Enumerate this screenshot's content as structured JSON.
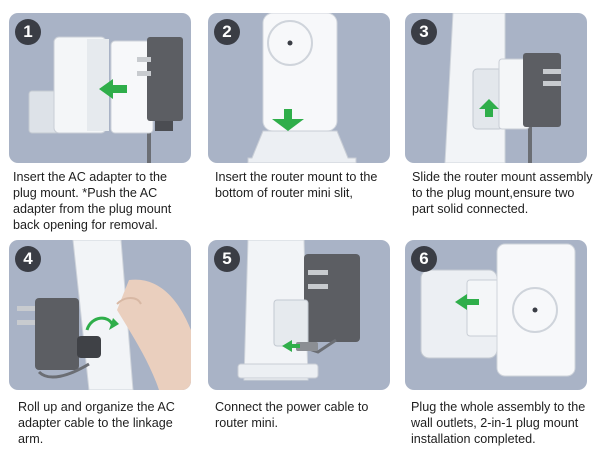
{
  "steps": [
    {
      "number": "1",
      "caption": "Insert the AC adapter to the plug mount. *Push the AC adapter from the plug mount back opening for removal."
    },
    {
      "number": "2",
      "caption": "Insert the router mount to the bottom of router mini slit,"
    },
    {
      "number": "3",
      "caption": "Slide the router mount assembly to the plug mount,ensure two part solid connected."
    },
    {
      "number": "4",
      "caption": "Roll up and organize the AC adapter cable to the linkage arm."
    },
    {
      "number": "5",
      "caption": "Connect the power cable to router mini."
    },
    {
      "number": "6",
      "caption": "Plug the whole assembly to the wall outlets, 2-in-1 plug mount installation completed."
    }
  ],
  "colors": {
    "panel_bg": "#a9b3c6",
    "arrow": "#2fae4a",
    "badge_bg": "#3a3d45",
    "adapter": "#5c5e63"
  }
}
